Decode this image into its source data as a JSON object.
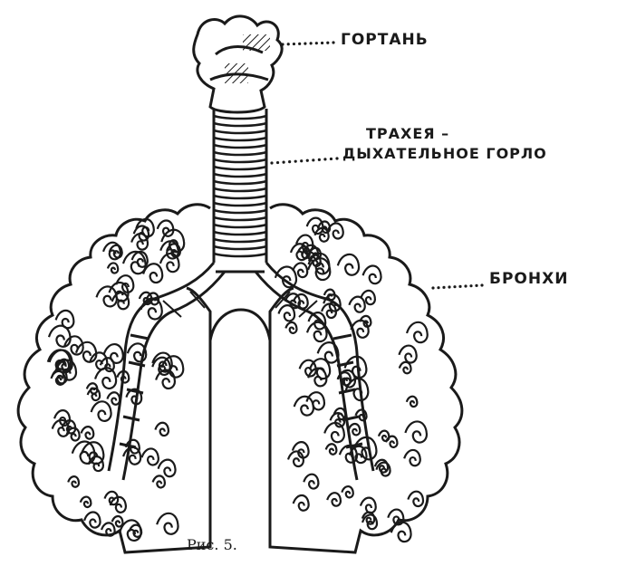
{
  "labels": {
    "larynx": "ГОРТАНЬ",
    "trachea_line1": "ТРАХЕЯ –",
    "trachea_line2": "ДЫХАТЕЛЬНОЕ ГОРЛО",
    "bronchi": "БРОНХИ"
  },
  "caption": {
    "figure": "Рис. 5."
  },
  "colors": {
    "ink": "#1a1a1a",
    "paper": "#ffffff"
  }
}
